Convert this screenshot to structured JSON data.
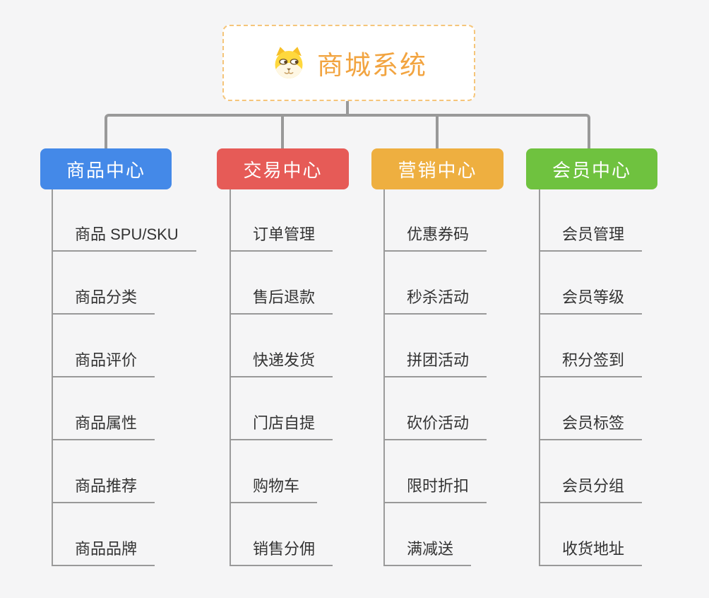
{
  "root": {
    "title": "商城系统",
    "icon": "shiba-dog-icon",
    "title_color": "#F2A440",
    "border_color": "#F5C57A"
  },
  "connector_color": "#999999",
  "branches": [
    {
      "label": "商品中心",
      "color": "#4489E8",
      "children": [
        "商品 SPU/SKU",
        "商品分类",
        "商品评价",
        "商品属性",
        "商品推荐",
        "商品品牌"
      ]
    },
    {
      "label": "交易中心",
      "color": "#E65B57",
      "children": [
        "订单管理",
        "售后退款",
        "快递发货",
        "门店自提",
        "购物车",
        "销售分佣"
      ]
    },
    {
      "label": "营销中心",
      "color": "#EEAF40",
      "children": [
        "优惠券码",
        "秒杀活动",
        "拼团活动",
        "砍价活动",
        "限时折扣",
        "满减送"
      ]
    },
    {
      "label": "会员中心",
      "color": "#6FC23F",
      "children": [
        "会员管理",
        "会员等级",
        "积分签到",
        "会员标签",
        "会员分组",
        "收货地址"
      ]
    }
  ]
}
